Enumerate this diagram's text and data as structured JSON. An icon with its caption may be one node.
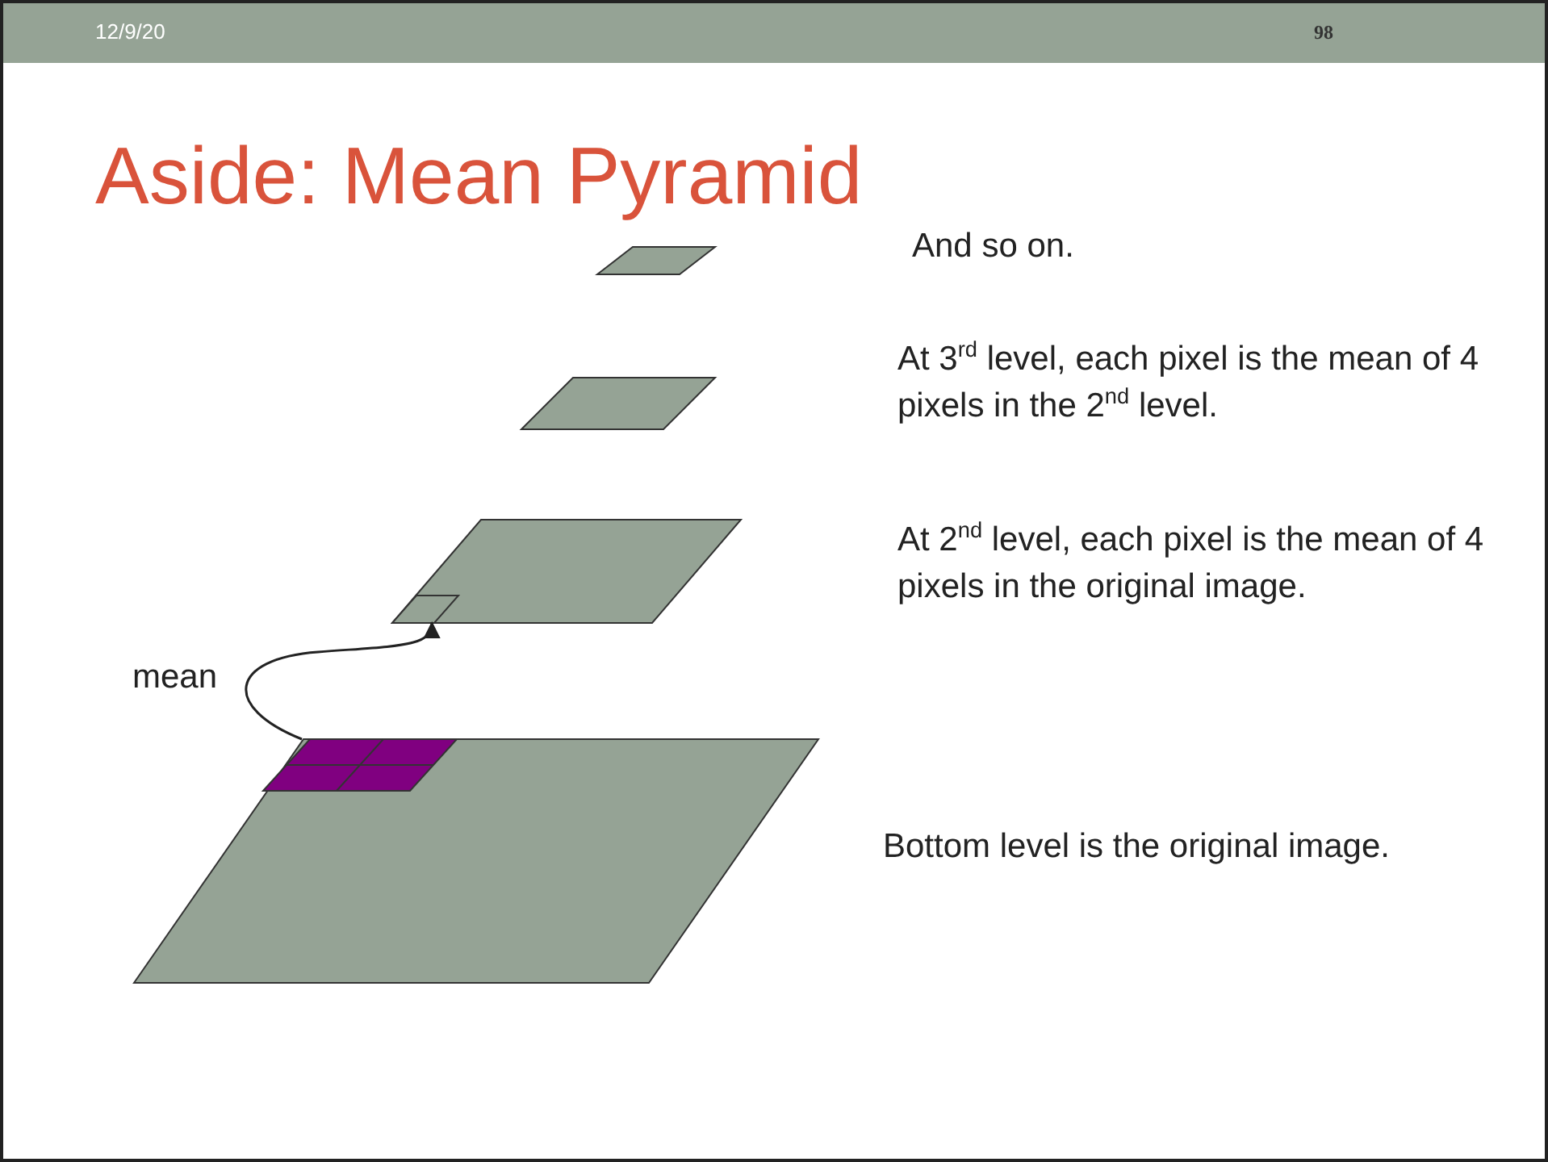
{
  "diagram": {
    "title": "Aside: Mean Pyramid",
    "nodes": [
      {
        "text": [],
        "shape": "parallelogram"
      },
      {
        "text": [],
        "shape": "parallelogram"
      },
      {
        "text": [],
        "shape": "parallelogram"
      },
      {
        "text": [],
        "shape": "parallelogram",
        "in": 2
      },
      {
        "text": [],
        "shape": "parallelogram"
      },
      {
        "text": [],
        "shape": "grid",
        "in": 4
      }
    ],
    "edges": [
      {
        "from": 5,
        "to": 3,
        "arrow": "to",
        "label": "mean"
      }
    ],
    "labels": [
      "12/9/20",
      "98",
      "And so on.",
      "At 3$^{rd}$ level, each pixel is the mean of 4 pixels in the 2$^{nd}$ level.",
      "At 2$^{nd}$ level, each pixel is the mean of 4 pixels in the original image.",
      "Bottom level is the original image."
    ]
  }
}
